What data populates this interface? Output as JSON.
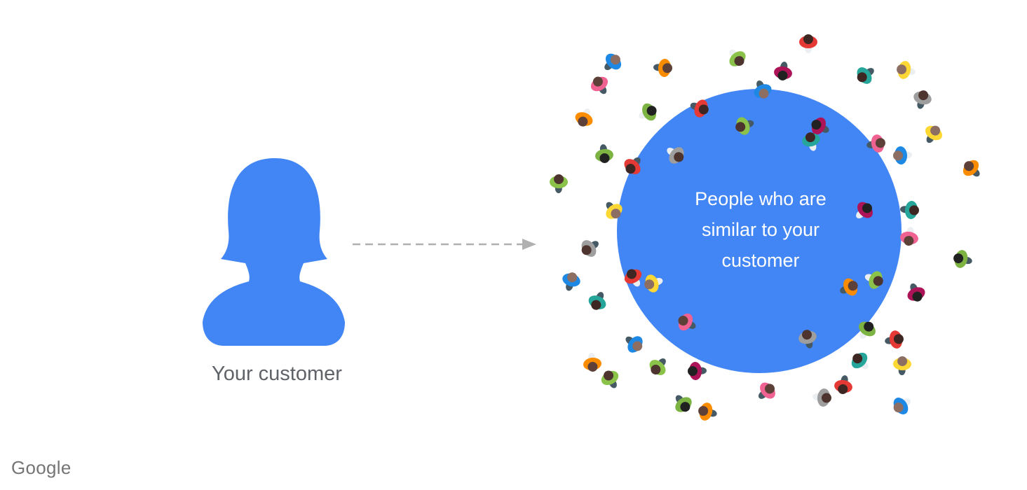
{
  "customer": {
    "label": "Your customer",
    "icon": "person-silhouette-icon"
  },
  "audience": {
    "lines": [
      "People who are",
      "similar to your",
      "customer"
    ],
    "icon": "crowd-icon"
  },
  "footer": {
    "brand": "Google"
  },
  "colors": {
    "primary_blue": "#4285f4",
    "arrow_gray": "#b0b0b0",
    "text_gray": "#5f6368",
    "person_shirts": [
      "#e53935",
      "#1e88e5",
      "#fb8c00",
      "#8bc34a",
      "#ad1457",
      "#26a69a",
      "#fdd835",
      "#f06292",
      "#9e9e9e",
      "#7cb342"
    ],
    "person_hair": [
      "#3e2723",
      "#5d4037",
      "#212121",
      "#8d6e63",
      "#4e342e"
    ]
  }
}
